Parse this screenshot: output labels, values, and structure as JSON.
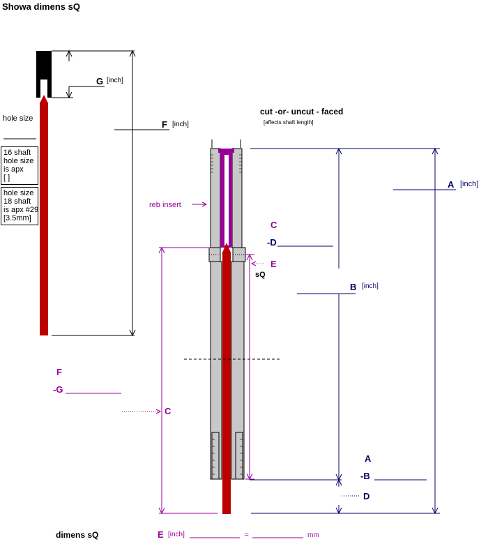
{
  "title": "Showa  dimens sQ",
  "footer": {
    "label": "dimens sQ",
    "e_letter": "E",
    "e_unit": "[inch]",
    "equals": "=",
    "mm_unit": "mm"
  },
  "left_part": {
    "g_letter": "G",
    "g_unit": "[inch]",
    "f_letter": "F",
    "f_unit": "[inch]",
    "hole_size": "hole size",
    "box16": [
      "16 shaft",
      "hole size",
      "is apx",
      "[          ]"
    ],
    "box18": [
      "hole size",
      "18 shaft",
      "is apx #29",
      "[3.5mm]"
    ]
  },
  "main_part": {
    "cut_label": "cut  -or-  uncut  -  faced",
    "cut_note": "[affects shaft length]",
    "reb_insert": "reb insert",
    "sq_label": "sQ",
    "a_letter": "A",
    "a_unit": "[inch]",
    "b_letter": "B",
    "b_unit": "[inch]",
    "c_letter": "C",
    "d_formula": "-D",
    "e_letter": "E",
    "c_side_letter": "C",
    "a_formula_letter": "A",
    "b_formula": "-B",
    "d_side_letter": "D",
    "f_formula_letter": "F",
    "g_formula": "-G"
  },
  "colors": {
    "navy": "#000066",
    "purple": "#990099",
    "shaft_red": "#bb0000",
    "body_gray": "#c8c8c8"
  }
}
